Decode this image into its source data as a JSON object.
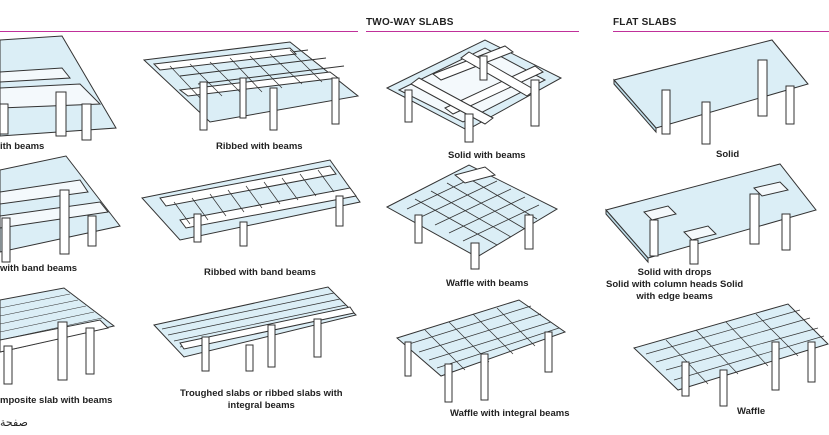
{
  "headers": {
    "two_way": "TWO-WAY SLABS",
    "flat": "FLAT SLABS"
  },
  "captions": {
    "c1": "ith beams",
    "c2": "Ribbed  with beams",
    "c3": "Solid  with beams",
    "c4": "Solid",
    "c5": "with band beams",
    "c6": "Ribbed with band beams",
    "c7": "Waffle  with beams",
    "c8a": "Solid with drops",
    "c8b": "Solid with column heads Solid",
    "c8c": "with edge beams",
    "c9": "mposite slab with beams",
    "c10a": "Troughed slabs or ribbed  slabs with",
    "c10b": "integral beams",
    "c11": "Waffle with integral beams",
    "c12": "Waffle"
  },
  "footer_text": "صفحة",
  "colors": {
    "accent_rule": "#c0309a",
    "slab_fill": "#dbeef6",
    "outline": "#333333"
  }
}
